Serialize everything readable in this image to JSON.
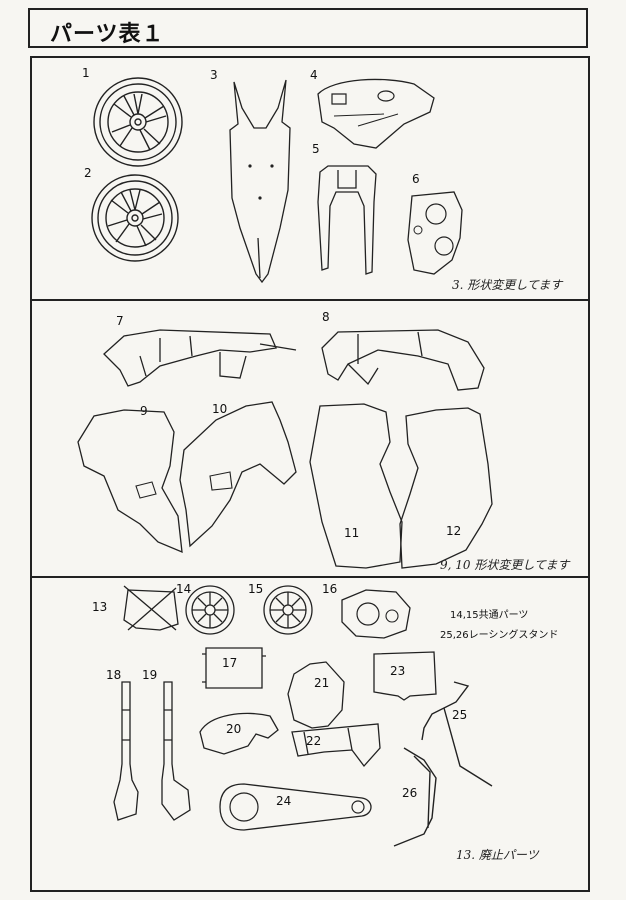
{
  "title": "パーツ表１",
  "section1": {
    "labels": {
      "p1": "1",
      "p2": "2",
      "p3": "3",
      "p4": "4",
      "p5": "5",
      "p6": "6"
    },
    "handwritten_note": "3. 形状変更してます"
  },
  "section2": {
    "labels": {
      "p7": "7",
      "p8": "8",
      "p9": "9",
      "p10": "10",
      "p11": "11",
      "p12": "12"
    },
    "handwritten_note": "9, 10 形状変更してます"
  },
  "section3": {
    "labels": {
      "p13": "13",
      "p14": "14",
      "p15": "15",
      "p16": "16",
      "p17": "17",
      "p18": "18",
      "p19": "19",
      "p20": "20",
      "p21": "21",
      "p22": "22",
      "p23": "23",
      "p24": "24",
      "p25": "25",
      "p26": "26"
    },
    "notes": {
      "shared": "14,15共通パーツ",
      "stand": "25,26レーシングスタンド"
    },
    "handwritten_note": "13. 廃止パーツ"
  }
}
